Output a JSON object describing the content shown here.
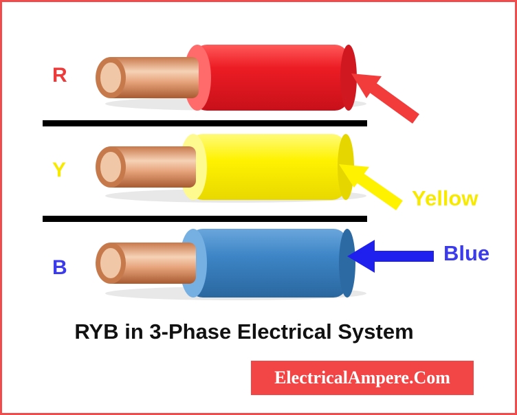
{
  "colors": {
    "frame": "#f24b4b",
    "red": "#ec1c24",
    "yellow": "#fff200",
    "blue": "#3d85c6",
    "letter_red": "#ec3b3b",
    "letter_yellow": "#f7ea00",
    "letter_blue": "#3b3bec",
    "brand_bg": "#f24545"
  },
  "phases": [
    {
      "letter": "R"
    },
    {
      "letter": "Y",
      "callout": "Yellow"
    },
    {
      "letter": "B",
      "callout": "Blue"
    }
  ],
  "title": "RYB in 3-Phase Electrical System",
  "brand": "ElectricalAmpere.Com"
}
